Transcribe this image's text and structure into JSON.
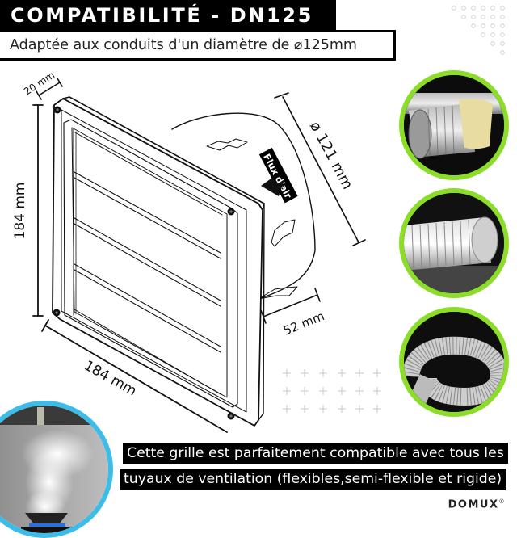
{
  "header": {
    "title": "COMPATIBILITÉ - DN125",
    "subtitle": "Adaptée aux conduits d'un diamètre de ⌀125mm"
  },
  "diagram": {
    "product": "grille de ventilation à lames (vent grille)",
    "dimensions": {
      "depth_frame": "20 mm",
      "height": "184 mm",
      "width": "184 mm",
      "duct_diameter": "ø 121 mm",
      "duct_length": "52 mm"
    },
    "airflow_label": "Flux d'air",
    "icons": [
      "arrow-airflow-icon",
      "cross-pattern-decoration",
      "dot-pattern-decoration"
    ]
  },
  "duct_types": [
    {
      "name": "flexible-insulated-duct",
      "image": "gaine aluminium isolée"
    },
    {
      "name": "semi-flexible-duct",
      "image": "gaine aluminium semi-rigide"
    },
    {
      "name": "rigid-flexible-aluminium-duct",
      "image": "gaine aluminium extensible"
    }
  ],
  "kitchen_image": "hotte de cuisine avec vapeur",
  "caption": {
    "line1": "Cette grille est parfaitement compatible avec tous les",
    "line2": "tuyaux de ventilation (flexibles,semi-flexible et rigide)"
  },
  "brand": {
    "name": "DOMUX",
    "mark": "®"
  },
  "colors": {
    "accent_green": "#8cdc2a",
    "accent_blue": "#3cbce8",
    "title_bg": "#000000",
    "text_light": "#ffffff"
  }
}
